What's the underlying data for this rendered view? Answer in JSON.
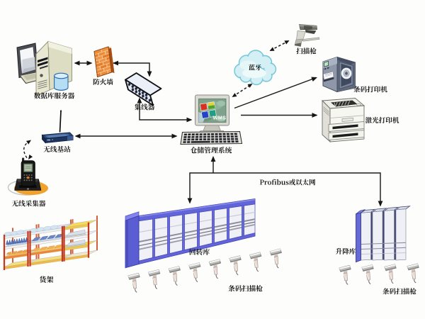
{
  "labels": {
    "database_server": "数据库服务器",
    "firewall": "防火墙",
    "hub": "集线器",
    "bluetooth": "蓝牙",
    "handheld_scanner": "扫描枪",
    "barcode_printer": "条码打印机",
    "laser_printer": "激光打印机",
    "wms_workstation": "仓储管理系统",
    "wms_screen": "WMS",
    "wireless_base_station": "无线基站",
    "wireless_collector": "无线采集器",
    "shelf_rack": "货架",
    "carousel_warehouse": "回转库",
    "center_scanner_row": "条码扫描枪",
    "lift_warehouse": "升降库",
    "right_scanner_row": "条码扫描枪",
    "fieldbus": "Profibus或以太网"
  },
  "nodes": [
    {
      "id": "database-server",
      "label": "数据库服务器",
      "type": "server"
    },
    {
      "id": "firewall",
      "label": "防火墙",
      "type": "firewall"
    },
    {
      "id": "hub",
      "label": "集线器",
      "type": "hub"
    },
    {
      "id": "bluetooth-cloud",
      "label": "蓝牙",
      "type": "wireless-link"
    },
    {
      "id": "handheld-scanner",
      "label": "扫描枪",
      "type": "barcode-scanner"
    },
    {
      "id": "barcode-printer",
      "label": "条码打印机",
      "type": "printer"
    },
    {
      "id": "laser-printer",
      "label": "激光打印机",
      "type": "printer"
    },
    {
      "id": "wms-workstation",
      "label": "仓储管理系统",
      "screen_text": "WMS",
      "type": "workstation"
    },
    {
      "id": "wireless-base-station",
      "label": "无线基站",
      "type": "access-point"
    },
    {
      "id": "wireless-collector",
      "label": "无线采集器",
      "type": "handheld-terminal"
    },
    {
      "id": "shelf-rack",
      "label": "货架",
      "type": "storage"
    },
    {
      "id": "carousel-warehouse",
      "label": "回转库",
      "type": "storage"
    },
    {
      "id": "center-scanner-row",
      "label": "条码扫描枪",
      "type": "barcode-scanner-row",
      "count": 8
    },
    {
      "id": "lift-warehouse",
      "label": "升降库",
      "type": "storage"
    },
    {
      "id": "right-scanner-row",
      "label": "条码扫描枪",
      "type": "barcode-scanner-row",
      "count": 4
    }
  ],
  "edges": [
    {
      "from": "database-server",
      "to": "firewall",
      "style": "solid",
      "arrows": "both"
    },
    {
      "from": "firewall",
      "to": "hub",
      "style": "solid",
      "arrows": "both"
    },
    {
      "from": "hub",
      "to": "wms-workstation",
      "style": "solid",
      "arrows": "both"
    },
    {
      "from": "wireless-base-station",
      "to": "wms-workstation",
      "style": "solid",
      "arrows": "both"
    },
    {
      "from": "wms-workstation",
      "to": "bluetooth-cloud",
      "style": "dashed",
      "arrows": "both"
    },
    {
      "from": "bluetooth-cloud",
      "to": "handheld-scanner",
      "style": "dashed",
      "arrows": "both"
    },
    {
      "from": "wireless-base-station",
      "to": "wireless-collector",
      "style": "dashed",
      "arrows": "both"
    },
    {
      "from": "wms-workstation",
      "to": "barcode-printer",
      "style": "solid",
      "arrows": "to"
    },
    {
      "from": "wms-workstation",
      "to": "laser-printer",
      "style": "solid",
      "arrows": "to"
    },
    {
      "from": "fieldbus",
      "to": "wms-workstation",
      "style": "solid",
      "arrows": "to"
    },
    {
      "from": "fieldbus",
      "to": "carousel-warehouse",
      "style": "solid",
      "arrows": "to"
    },
    {
      "from": "fieldbus",
      "to": "lift-warehouse",
      "style": "solid",
      "arrows": "to"
    }
  ],
  "colors": {
    "background": "#fdfdfc",
    "line": "#1c1c1c",
    "warehouse_blue": "#6165d8",
    "firewall_orange": "#e07428",
    "cloud_fill": "#cfeef3",
    "collector_pad_orange": "#efa22e",
    "shelf_post_red": "#c43c22",
    "database_cylinder_blue": "#b5def4",
    "router_navy": "#2c4a7e"
  }
}
